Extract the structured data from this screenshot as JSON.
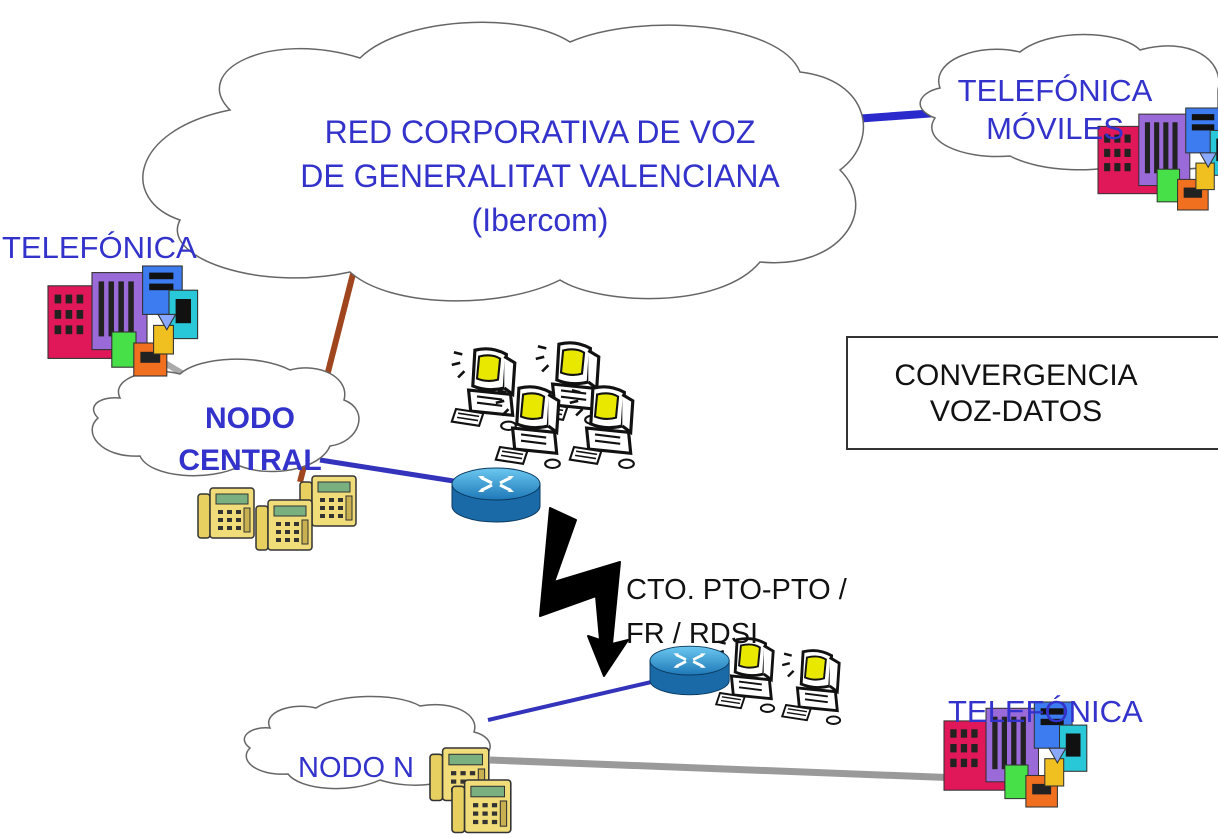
{
  "network": {
    "corporate_network": [
      "RED CORPORATIVA DE VOZ",
      "DE GENERALITAT VALENCIANA",
      "(Ibercom)"
    ],
    "mobile_operator": [
      "TELEFÓNICA",
      "MÓVILES"
    ],
    "operator_left": "TELEFÓNICA",
    "operator_right": "TELEFÓNICA",
    "central_node": [
      "NODO",
      "CENTRAL"
    ],
    "remote_node": "NODO N",
    "wan_link": [
      "CTO. PTO-PTO /",
      "FR / RDSI"
    ],
    "convergence_box": [
      "CONVERGENCIA",
      "VOZ-DATOS"
    ]
  },
  "colors": {
    "text": "#3333cc",
    "link_blue": "#3333bb",
    "link_brown": "#a0461e",
    "link_gray": "#9a9a9a",
    "router": "#3a9bd6",
    "monitor_screen": "#e8e800",
    "phone": "#e8d060"
  }
}
